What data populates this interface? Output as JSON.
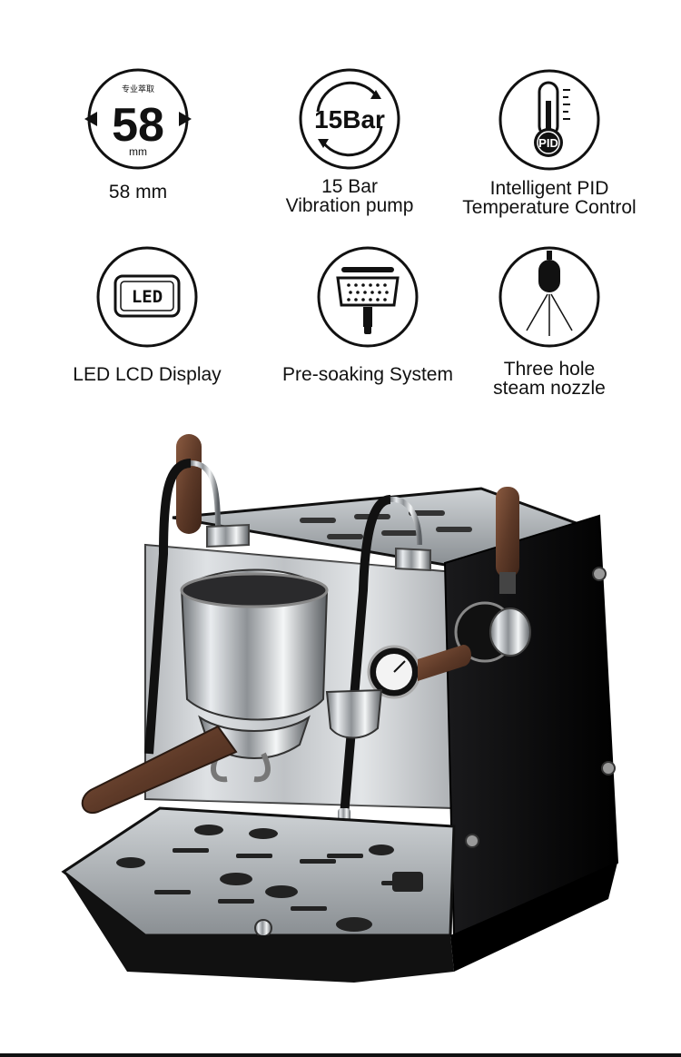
{
  "features": [
    {
      "icon": "portafilter-size-icon",
      "icon_text": {
        "top": "专业萃取",
        "number": "58",
        "unit": "mm"
      },
      "caption": [
        "58 mm"
      ]
    },
    {
      "icon": "pressure-pump-icon",
      "icon_text": {
        "label": "15Bar"
      },
      "caption": [
        "15 Bar",
        "Vibration pump"
      ]
    },
    {
      "icon": "thermometer-icon",
      "icon_text": {
        "label": "PID"
      },
      "caption": [
        "Intelligent PID",
        "Temperature Control"
      ]
    },
    {
      "icon": "led-display-icon",
      "icon_text": {
        "label": "LED"
      },
      "caption": [
        "LED LCD Display"
      ]
    },
    {
      "icon": "shower-screen-icon",
      "icon_text": {},
      "caption": [
        "Pre-soaking System"
      ]
    },
    {
      "icon": "steam-nozzle-icon",
      "icon_text": {},
      "caption": [
        "Three hole",
        "steam nozzle"
      ]
    }
  ],
  "colors": {
    "ink": "#111111",
    "steel": "#c9ccd0",
    "panel": "#0b0b0c",
    "wood": "#6b4330"
  }
}
